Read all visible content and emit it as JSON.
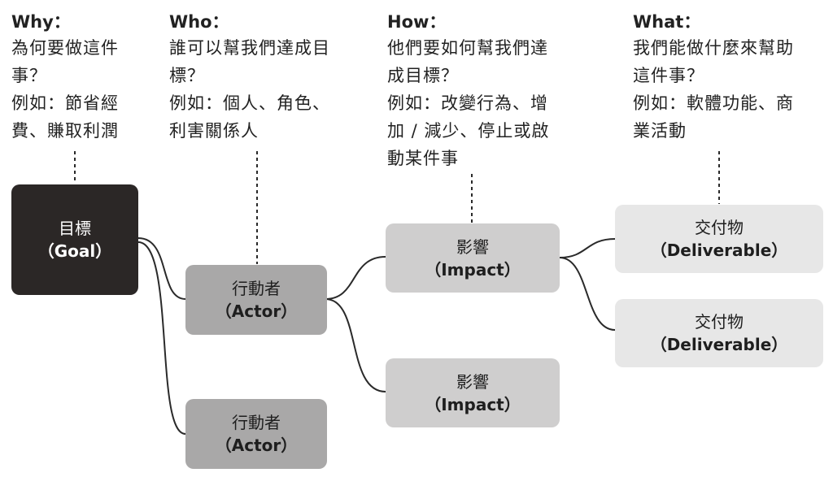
{
  "questions": {
    "why": {
      "title": "Why：",
      "lines": [
        "為何要做這件",
        "事？",
        "例如：節省經",
        "費、賺取利潤"
      ]
    },
    "who": {
      "title": "Who：",
      "lines": [
        "誰可以幫我們達成目",
        "標？",
        "例如：個人、角色、",
        "利害關係人"
      ]
    },
    "how": {
      "title": "How：",
      "lines": [
        "他們要如何幫我們達",
        "成目標？",
        "例如：改變行為、增",
        "加 / 減少、停止或啟",
        "動某件事"
      ]
    },
    "what": {
      "title": "What：",
      "lines": [
        "我們能做什麼來幫助",
        "這件事？",
        "例如：軟體功能、商",
        "業活動"
      ]
    }
  },
  "nodes": {
    "goal": {
      "zh": "目標",
      "en": "（Goal）"
    },
    "actor1": {
      "zh": "行動者",
      "en": "（Actor）"
    },
    "actor2": {
      "zh": "行動者",
      "en": "（Actor）"
    },
    "impact1": {
      "zh": "影響",
      "en": "（Impact）"
    },
    "impact2": {
      "zh": "影響",
      "en": "（Impact）"
    },
    "deliverable1": {
      "zh": "交付物",
      "en": "（Deliverable）"
    },
    "deliverable2": {
      "zh": "交付物",
      "en": "（Deliverable）"
    }
  }
}
